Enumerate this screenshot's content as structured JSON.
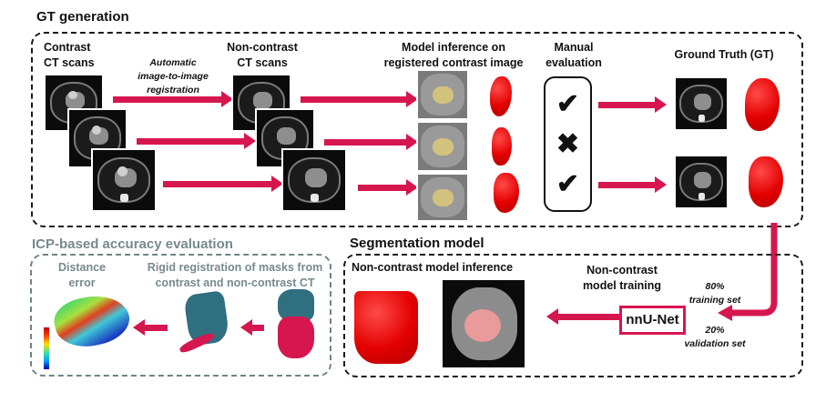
{
  "gt_generation": {
    "title": "GT generation",
    "contrast_label_1": "Contrast",
    "contrast_label_2": "CT scans",
    "registration_label_1": "Automatic",
    "registration_label_2": "image-to-image",
    "registration_label_3": "registration",
    "noncontrast_label_1": "Non-contrast",
    "noncontrast_label_2": "CT scans",
    "inference_label_1": "Model inference on",
    "inference_label_2": "registered contrast image",
    "manual_label_1": "Manual",
    "manual_label_2": "evaluation",
    "gt_label": "Ground Truth (GT)",
    "evaluation_marks": [
      "✔",
      "✖",
      "✔"
    ]
  },
  "segmentation_model": {
    "title": "Segmentation model",
    "inference_label": "Non-contrast model inference",
    "training_label_1": "Non-contrast",
    "training_label_2": "model training",
    "network_name": "nnU-Net",
    "train_pct": "80%",
    "train_set": "training set",
    "val_pct": "20%",
    "val_set": "validation set"
  },
  "icp_evaluation": {
    "title": "ICP-based accuracy evaluation",
    "distance_label_1": "Distance",
    "distance_label_2": "error",
    "rigid_label_1": "Rigid registration of masks from",
    "rigid_label_2": "contrast and non-contrast CT"
  },
  "colors": {
    "arrow": "#d6164f",
    "mask_red": "#e30000",
    "overlay_yellow": "#d8c77a",
    "teal_mesh": "#2f6f80",
    "pink_mesh": "#d6164f",
    "grey_text": "#778a8c"
  }
}
